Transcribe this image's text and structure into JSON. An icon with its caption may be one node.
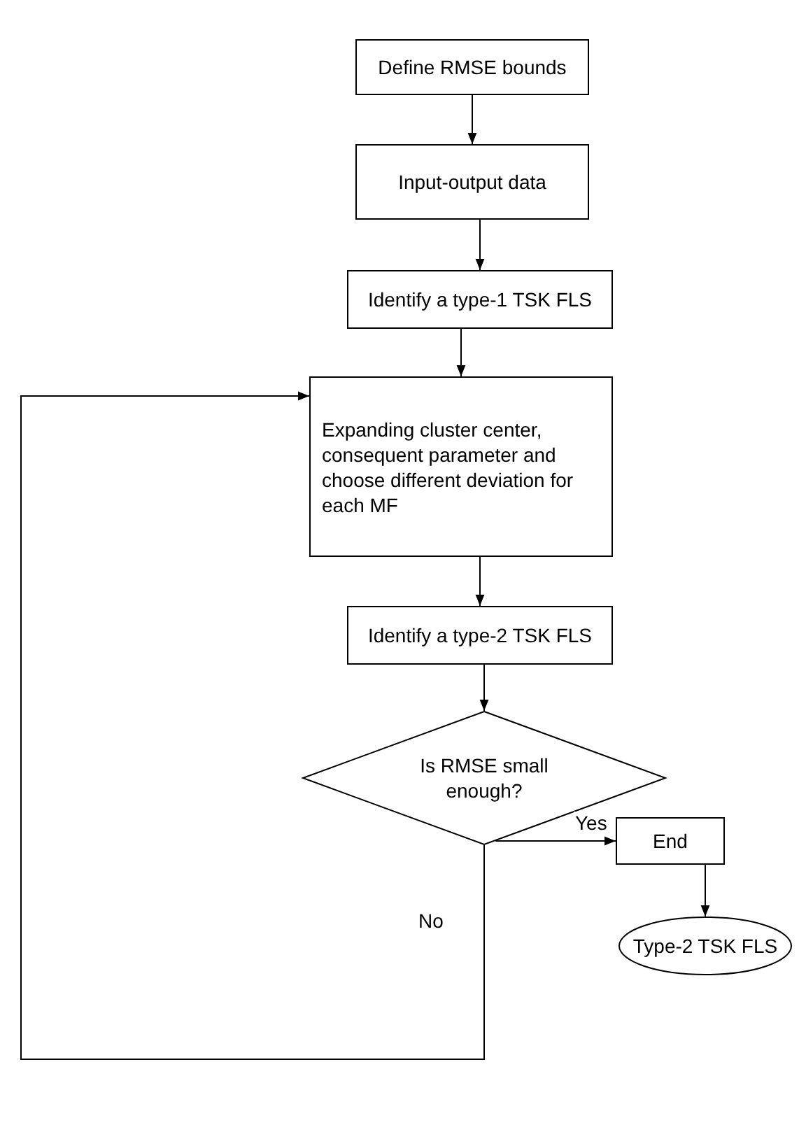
{
  "diagram": {
    "nodes": [
      {
        "text": [
          "Define RMSE bounds"
        ]
      },
      {
        "text": [
          "Input-output data"
        ]
      },
      {
        "text": [
          "Identify a type-1 TSK FLS"
        ]
      },
      {
        "text": [
          "Expanding cluster center, consequent parameter and choose different deviation for each MF"
        ]
      },
      {
        "text": [
          "Identify a type-2 TSK FLS"
        ]
      },
      {
        "text": [
          "Is RMSE small enough?"
        ]
      },
      {
        "text": [
          "End"
        ]
      },
      {
        "text": [
          "Type-2 TSK FLS"
        ]
      }
    ],
    "edges": [
      {
        "from": 0,
        "to": 1,
        "arrow": "to"
      },
      {
        "from": 1,
        "to": 2,
        "arrow": "to"
      },
      {
        "from": 2,
        "to": 3,
        "arrow": "to"
      },
      {
        "from": 3,
        "to": 4,
        "arrow": "to"
      },
      {
        "from": 4,
        "to": 5,
        "arrow": "to"
      },
      {
        "from": 5,
        "to": 6,
        "arrow": "to",
        "label": "Yes"
      },
      {
        "from": 6,
        "to": 7,
        "arrow": "to"
      },
      {
        "from": 5,
        "to": 3,
        "arrow": "to",
        "label": "No"
      }
    ]
  }
}
